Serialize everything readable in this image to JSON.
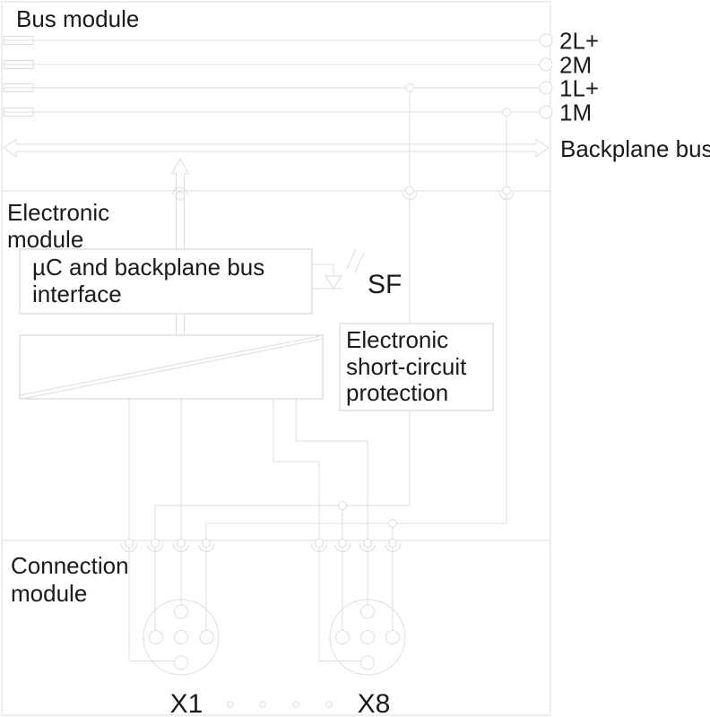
{
  "diagram": {
    "bus_module": {
      "label": "Bus module"
    },
    "power_rails": [
      "2L+",
      "2M",
      "1L+",
      "1M"
    ],
    "backplane_bus": {
      "label": "Backplane bus"
    },
    "electronic_module": {
      "label_line1": "Electronic",
      "label_line2": "module"
    },
    "uc_interface_box": {
      "line1": "µC and backplane bus",
      "line2": "interface"
    },
    "sf_led": {
      "label": "SF"
    },
    "protection_box": {
      "line1": "Electronic",
      "line2": "short-circuit",
      "line3": "protection"
    },
    "connection_module": {
      "label_line1": "Connection",
      "label_line2": "module"
    },
    "sockets": {
      "x1": "X1",
      "x8": "X8"
    },
    "colors": {
      "wire": "#dcdcdc",
      "box_border": "#d0d0d0",
      "text": "#1a1a1a",
      "background": "#ffffff"
    }
  }
}
